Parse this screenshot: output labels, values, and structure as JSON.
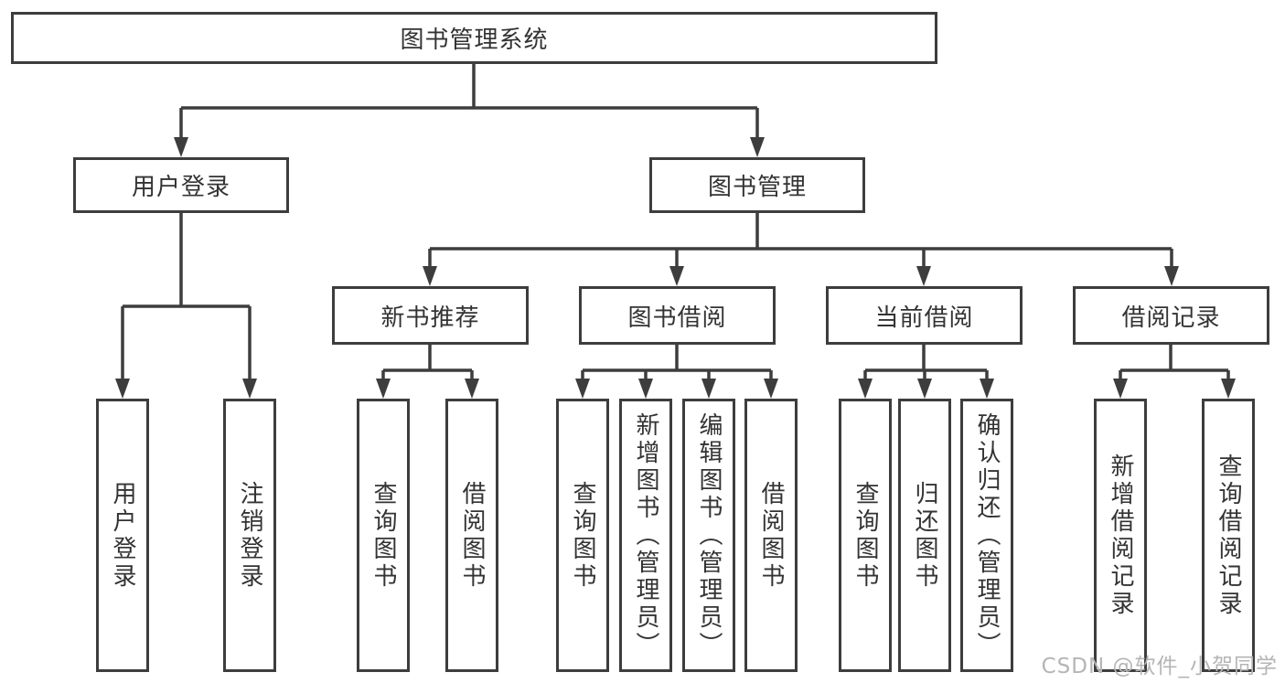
{
  "diagram": {
    "root": {
      "label": "图书管理系统"
    },
    "level2": [
      {
        "label": "用户登录"
      },
      {
        "label": "图书管理"
      }
    ],
    "level3": [
      {
        "label": "新书推荐"
      },
      {
        "label": "图书借阅"
      },
      {
        "label": "当前借阅"
      },
      {
        "label": "借阅记录"
      }
    ],
    "leaves": {
      "user_login": [
        {
          "label": "用户登录"
        },
        {
          "label": "注销登录"
        }
      ],
      "new_book_recommend": [
        {
          "label": "查询图书"
        },
        {
          "label": "借阅图书"
        }
      ],
      "book_borrow": [
        {
          "label": "查询图书"
        },
        {
          "label": "新增图书（管理员）"
        },
        {
          "label": "编辑图书（管理员）"
        },
        {
          "label": "借阅图书"
        }
      ],
      "current_borrow": [
        {
          "label": "查询图书"
        },
        {
          "label": "归还图书"
        },
        {
          "label": "确认归还（管理员）"
        }
      ],
      "borrow_records": [
        {
          "label": "新增借阅记录"
        },
        {
          "label": "查询借阅记录"
        }
      ]
    }
  },
  "watermark": "CSDN @软件_小贺同学",
  "colors": {
    "line": "#3d3d3d",
    "box_border": "#3d3d3d",
    "text": "#333333",
    "background": "#ffffff",
    "watermark": "#b5b5b5"
  }
}
